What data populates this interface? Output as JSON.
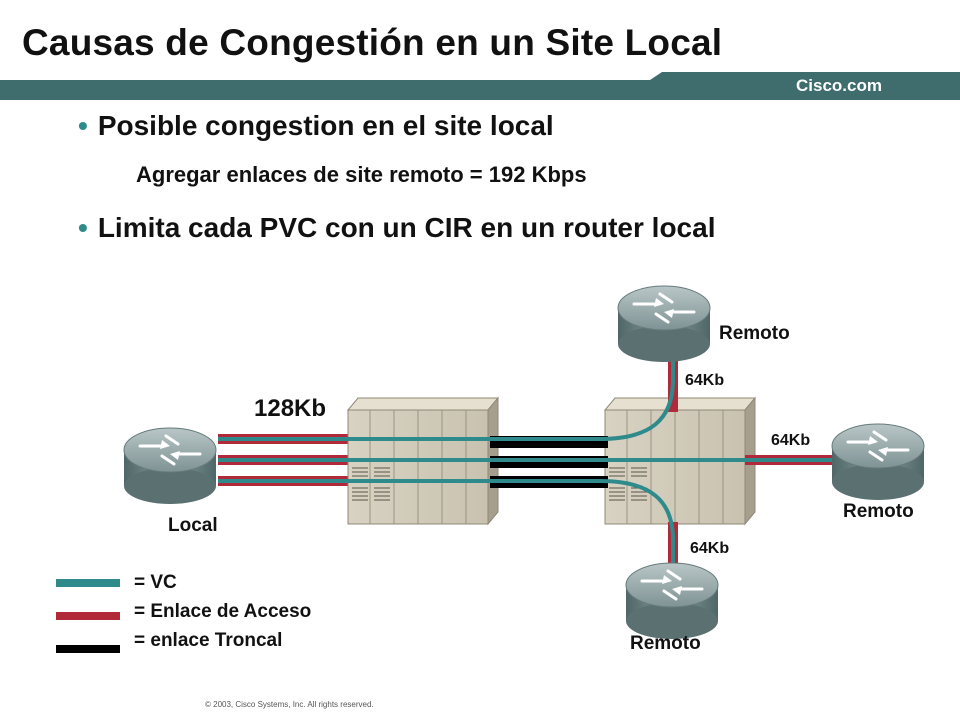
{
  "title": "Causas de Congestión en un Site Local",
  "brand": "Cisco.com",
  "bullets": {
    "first": "Posible congestion en el site local",
    "first_sub": "Agregar enlaces de site remoto = 192 Kbps",
    "second": "Limita cada PVC con un CIR en un router local"
  },
  "diagram": {
    "local_label": "Local",
    "local_speed": "128Kb",
    "remote_top_label": "Remoto",
    "remote_top_speed": "64Kb",
    "remote_right_label": "Remoto",
    "remote_right_speed": "64Kb",
    "remote_bottom_label": "Remoto",
    "remote_bottom_speed": "64Kb"
  },
  "legend": {
    "vc": "= VC",
    "access": "= Enlace de Acceso",
    "trunk": "= enlace Troncal"
  },
  "colors": {
    "teal": "#2f8a8c",
    "red": "#b02a3a",
    "trunk": "#000000",
    "band": "#3f6d6e"
  },
  "copyright": "© 2003, Cisco Systems, Inc. All rights reserved."
}
